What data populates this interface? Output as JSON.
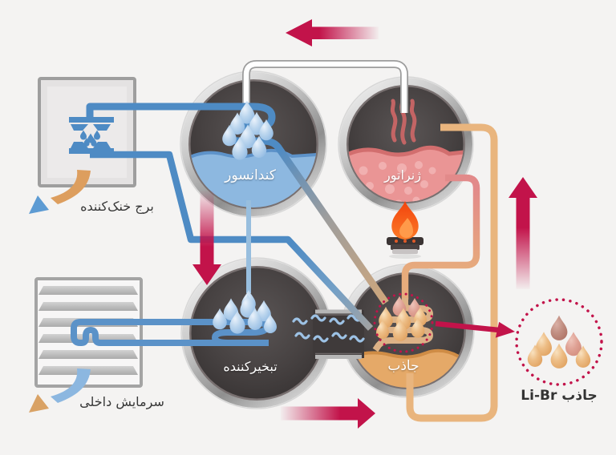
{
  "background": "#f4f3f2",
  "colors": {
    "arrow_red": "#c2134a",
    "pipe_blue": "#4e8bc4",
    "pipe_light_blue": "#98bede",
    "pipe_orange": "#e9b57e",
    "pipe_pink": "#e28a8a",
    "vessel_dark": "#474242",
    "metal_rim": "#c6c6c6",
    "condenser_water": "#8db8e0",
    "generator_liquid": "#ea9595",
    "absorber_liquid": "#e5a968",
    "flame_orange": "#f3571d",
    "label_dark": "#383838"
  },
  "vessels": {
    "condenser": {
      "label": "کندانسور"
    },
    "generator": {
      "label": "ژنراتور"
    },
    "evaporator": {
      "label": "تبخیرکننده"
    },
    "absorber": {
      "label": "جاذب"
    }
  },
  "externals": {
    "cooling_tower": {
      "label": "برج خنک‌کننده"
    },
    "indoor_cooling": {
      "label": "سرمایش داخلی"
    },
    "libr_absorbent": {
      "label": "جاذب Li-Br"
    }
  }
}
